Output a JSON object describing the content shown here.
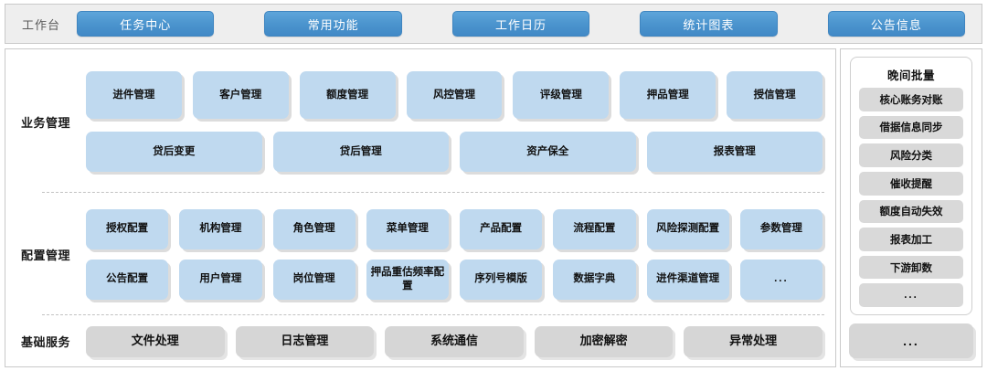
{
  "topbar": {
    "label": "工作台",
    "tabs": [
      {
        "label": "任务中心"
      },
      {
        "label": "常用功能"
      },
      {
        "label": "工作日历"
      },
      {
        "label": "统计图表"
      },
      {
        "label": "公告信息"
      }
    ]
  },
  "sections": [
    {
      "label": "业务管理",
      "rows": [
        {
          "items": [
            {
              "label": "进件管理"
            },
            {
              "label": "客户管理"
            },
            {
              "label": "额度管理"
            },
            {
              "label": "风控管理"
            },
            {
              "label": "评级管理"
            },
            {
              "label": "押品管理"
            },
            {
              "label": "授信管理"
            }
          ]
        },
        {
          "items": [
            {
              "label": "贷后变更"
            },
            {
              "label": "贷后管理"
            },
            {
              "label": "资产保全"
            },
            {
              "label": "报表管理"
            }
          ]
        }
      ]
    },
    {
      "label": "配置管理",
      "rows": [
        {
          "items": [
            {
              "label": "授权配置"
            },
            {
              "label": "机构管理"
            },
            {
              "label": "角色管理"
            },
            {
              "label": "菜单管理"
            },
            {
              "label": "产品配置"
            },
            {
              "label": "流程配置"
            },
            {
              "label": "风险探测配置"
            },
            {
              "label": "参数管理"
            }
          ]
        },
        {
          "items": [
            {
              "label": "公告配置"
            },
            {
              "label": "用户管理"
            },
            {
              "label": "岗位管理"
            },
            {
              "label": "押品重估频率配置"
            },
            {
              "label": "序列号模版"
            },
            {
              "label": "数据字典"
            },
            {
              "label": "进件渠道管理"
            },
            {
              "label": "..."
            }
          ]
        }
      ]
    },
    {
      "label": "基础服务",
      "rows": [
        {
          "items": [
            {
              "label": "文件处理"
            },
            {
              "label": "日志管理"
            },
            {
              "label": "系统通信"
            },
            {
              "label": "加密解密"
            },
            {
              "label": "异常处理"
            }
          ]
        }
      ]
    }
  ],
  "side": {
    "batch_title": "晚间批量",
    "batch_items": [
      {
        "label": "核心账务对账"
      },
      {
        "label": "借据信息同步"
      },
      {
        "label": "风险分类"
      },
      {
        "label": "催收提醒"
      },
      {
        "label": "额度自动失效"
      },
      {
        "label": "报表加工"
      },
      {
        "label": "下游卸数"
      },
      {
        "label": "..."
      }
    ],
    "more_label": "..."
  },
  "colors": {
    "accent_blue": "#4a93cd",
    "card_blue": "#bfd9ef",
    "card_gray": "#d6d6d6",
    "toolbar_bg": "#eeeeee"
  }
}
